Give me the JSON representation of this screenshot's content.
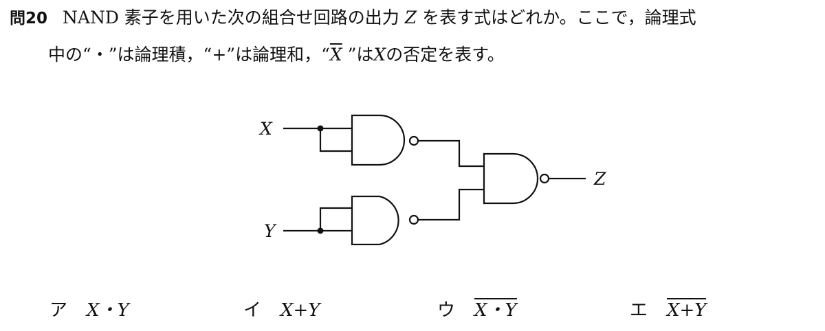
{
  "question": {
    "number": "問20",
    "line1_a": "NAND 素子を用いた次の組合せ回路の出力 ",
    "line1_var": "Z",
    "line1_b": " を表す式はどれか。ここで，論理式",
    "line2_a": "中の“・”は論理積，“+”は論理和，“",
    "line2_over": "X",
    "line2_b": " ”は",
    "line2_var": "X",
    "line2_c": "の否定を表す。"
  },
  "circuit": {
    "input_x": "X",
    "input_y": "Y",
    "output_z": "Z",
    "gate_type": "NAND"
  },
  "choices": [
    {
      "label": "ア",
      "expr": "X・Y",
      "negated": false
    },
    {
      "label": "イ",
      "expr": "X+Y",
      "negated": false
    },
    {
      "label": "ウ",
      "expr": "X・Y",
      "negated": true
    },
    {
      "label": "エ",
      "expr": "X+Y",
      "negated": true
    }
  ]
}
